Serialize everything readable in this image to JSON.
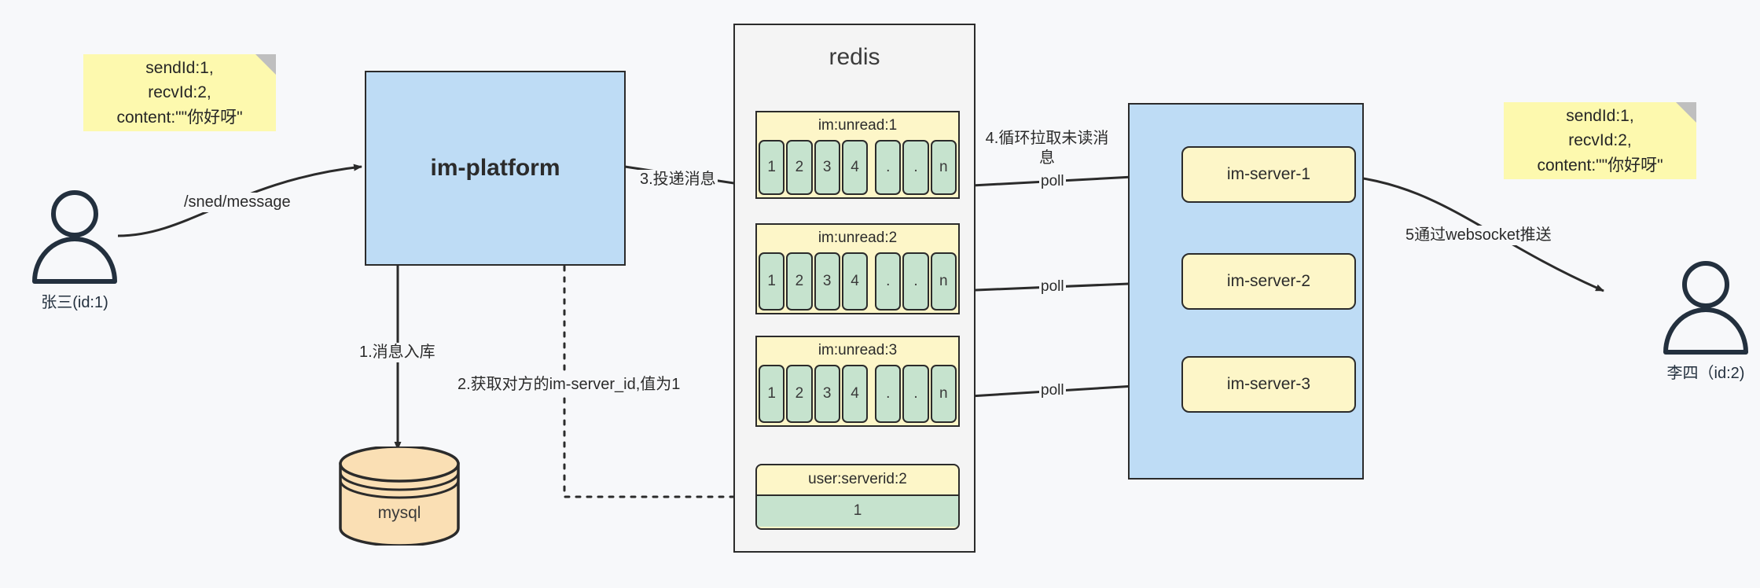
{
  "diagram": {
    "title": "IM message delivery architecture",
    "background": "#f7f8fa"
  },
  "notes": [
    {
      "id": "note-left",
      "text": "sendId:1,\nrecvId:2,\ncontent:\"\"你好呀\""
    },
    {
      "id": "note-right",
      "text": "sendId:1,\nrecvId:2,\ncontent:\"\"你好呀\""
    }
  ],
  "actors": [
    {
      "id": "actor-zhangsan",
      "label": "张三(id:1)"
    },
    {
      "id": "actor-lisi",
      "label": "李四（id:2)"
    }
  ],
  "platform": {
    "label": "im-platform"
  },
  "database": {
    "label": "mysql"
  },
  "redis": {
    "title": "redis",
    "lists": [
      {
        "key": "im:unread:1",
        "cells": [
          "1",
          "2",
          "3",
          "4",
          ".",
          ".",
          "n"
        ]
      },
      {
        "key": "im:unread:2",
        "cells": [
          "1",
          "2",
          "3",
          "4",
          ".",
          ".",
          "n"
        ]
      },
      {
        "key": "im:unread:3",
        "cells": [
          "1",
          "2",
          "3",
          "4",
          ".",
          ".",
          "n"
        ]
      }
    ],
    "entry": {
      "key": "user:serverid:2",
      "value": "1"
    }
  },
  "servers": {
    "items": [
      {
        "label": "im-server-1"
      },
      {
        "label": "im-server-2"
      },
      {
        "label": "im-server-3"
      }
    ]
  },
  "edge_labels": {
    "send_message": "/sned/message",
    "step1": "1.消息入库",
    "step2": "2.获取对方的im-server_id,值为1",
    "step3": "3.投递消息",
    "step4": "4.循环拉取未读消息",
    "step5": "5通过websocket推送",
    "poll1": "poll",
    "poll2": "poll",
    "poll3": "poll"
  },
  "colors": {
    "sticky": "#fdf9ae",
    "blue": "#bedcf5",
    "yellow": "#fdf6c8",
    "green": "#c6e3ce",
    "orange": "#fadfb4",
    "stroke": "#2b2b2b",
    "panel": "#f4f4f4"
  }
}
